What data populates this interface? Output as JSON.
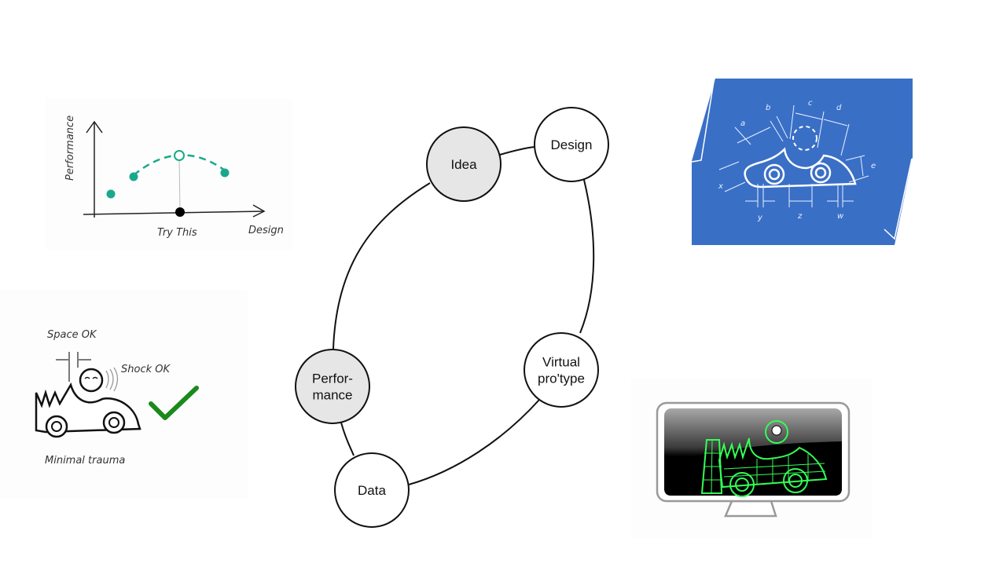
{
  "cycle": {
    "nodes": [
      {
        "id": "idea",
        "label_lines": [
          "Idea"
        ],
        "highlighted": true
      },
      {
        "id": "design",
        "label_lines": [
          "Design"
        ],
        "highlighted": false
      },
      {
        "id": "virtual",
        "label_lines": [
          "Virtual",
          "pro'type"
        ],
        "highlighted": false
      },
      {
        "id": "data",
        "label_lines": [
          "Data"
        ],
        "highlighted": false
      },
      {
        "id": "performance",
        "label_lines": [
          "Perfor-",
          "mance"
        ],
        "highlighted": true
      }
    ],
    "colors": {
      "highlight_fill": "#e6e6e6",
      "plain_fill": "#ffffff",
      "stroke": "#111111"
    }
  },
  "chart_sketch": {
    "ylabel": "Performance",
    "xlabel": "Design",
    "marker_label": "Try This",
    "point_color": "#1aa88a"
  },
  "crash_sketch": {
    "space_label": "Space OK",
    "shock_label": "Shock OK",
    "caption": "Minimal trauma",
    "check_color": "#1a8a1a"
  },
  "blueprint": {
    "background": "#3a6fc6",
    "dimension_labels": [
      "a",
      "b",
      "c",
      "d",
      "e",
      "x",
      "y",
      "z",
      "w"
    ]
  },
  "monitor": {
    "wireframe_color": "#33ff55",
    "screen_color": "#000000"
  }
}
